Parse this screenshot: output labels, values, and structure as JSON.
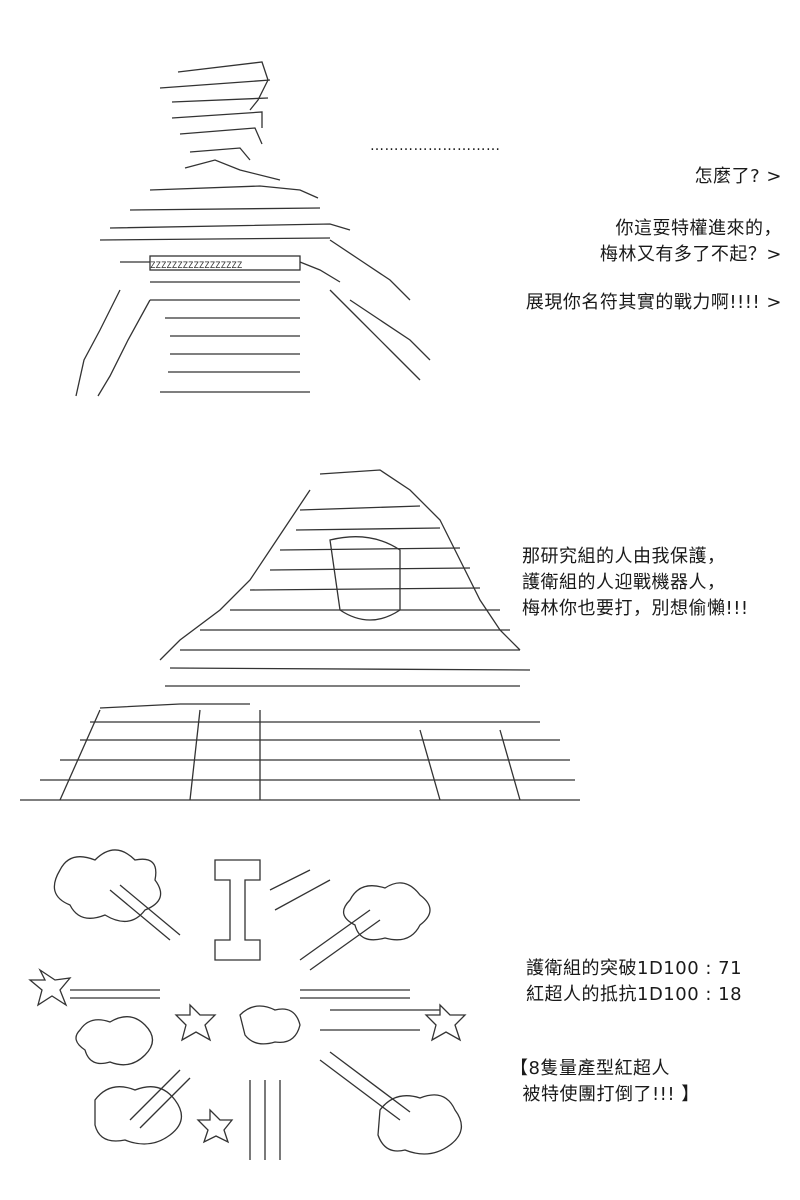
{
  "panels": [
    {
      "dots": "………………………",
      "lines": [
        "怎麼了? >",
        "你這耍特權進來的，",
        "梅林又有多了不起？>",
        "展現你名符其實的戰力啊!!!! >"
      ]
    },
    {
      "lines": [
        "那研究組的人由我保護，",
        "護衛組的人迎戰機器人，",
        "梅林你也要打，別想偷懶!!!"
      ]
    },
    {
      "rolls": [
        "護衛組的突破1D100 : 71",
        "紅超人的抵抗1D100 : 18"
      ],
      "result": [
        "【8隻量產型紅超人",
        "  被特使團打倒了!!! 】"
      ]
    }
  ]
}
